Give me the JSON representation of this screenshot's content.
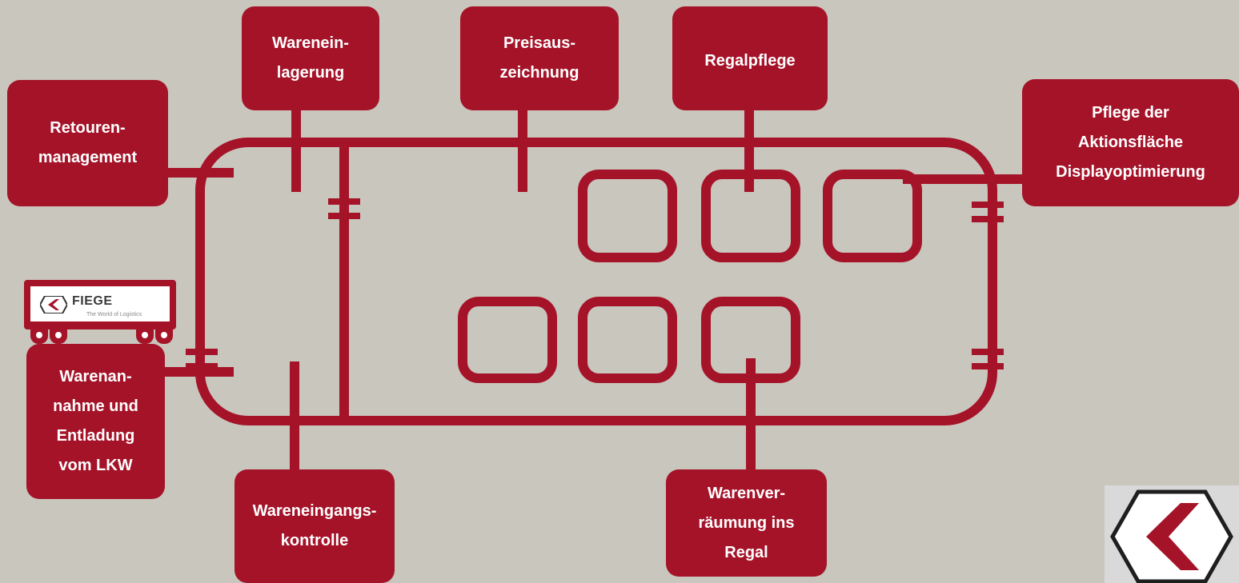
{
  "colors": {
    "background": "#c9c6bd",
    "accent": "#a51329",
    "text": "#ffffff"
  },
  "boxes": {
    "wareneinlagerung": "Warenein-\nlagerung",
    "preisauszeichnung": "Preisaus-\nzeichnung",
    "regalpflege": "Regalpflege",
    "retourenmanagement": "Retouren-\nmanagement",
    "aktionsflaeche": "Pflege der\nAktionsfläche\nDisplayoptimierung",
    "warenannahme": "Warenan-\nnahme und\nEntladung\nvom LKW",
    "wareneingangskontrolle": "Wareneingangs-\nkontrolle",
    "warenverraeumung": "Warenver-\nräumung ins\nRegal"
  },
  "truck": {
    "brand": "FIEGE",
    "tagline": "The World of Logistics"
  },
  "icons": {
    "truck_emblem": "fiege-chevron-icon",
    "corner_logo": "fiege-hexagon-logo-icon"
  }
}
